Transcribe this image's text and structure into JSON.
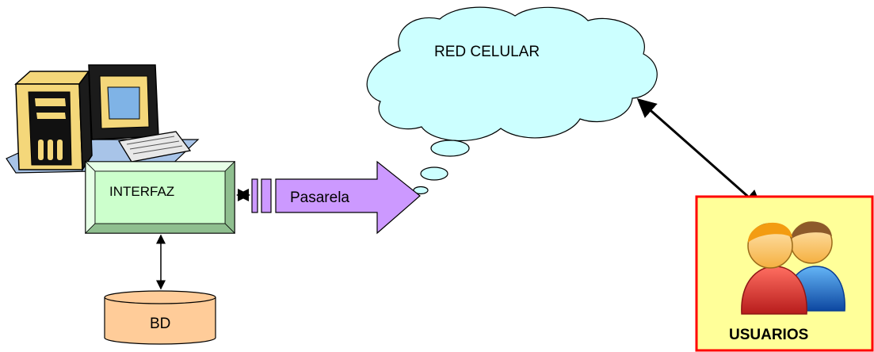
{
  "diagram": {
    "nodes": {
      "network_cloud": {
        "label": "RED CELULAR"
      },
      "interface_box": {
        "label": "INTERFAZ"
      },
      "gateway_arrow": {
        "label": "Pasarela"
      },
      "database": {
        "label": "BD"
      },
      "users_panel": {
        "label": "USUARIOS"
      }
    },
    "colors": {
      "cloud_fill": "#ccffff",
      "interface_fill": "#ccffcc",
      "gateway_fill": "#cc99ff",
      "database_fill": "#ffcc99",
      "users_panel_fill": "#ffff99",
      "users_panel_border": "#ff0000",
      "user_red": "#e53935",
      "user_blue": "#1e88e5"
    },
    "icons": {
      "computer": "desktop-computer-icon",
      "users": "users-icon"
    }
  }
}
